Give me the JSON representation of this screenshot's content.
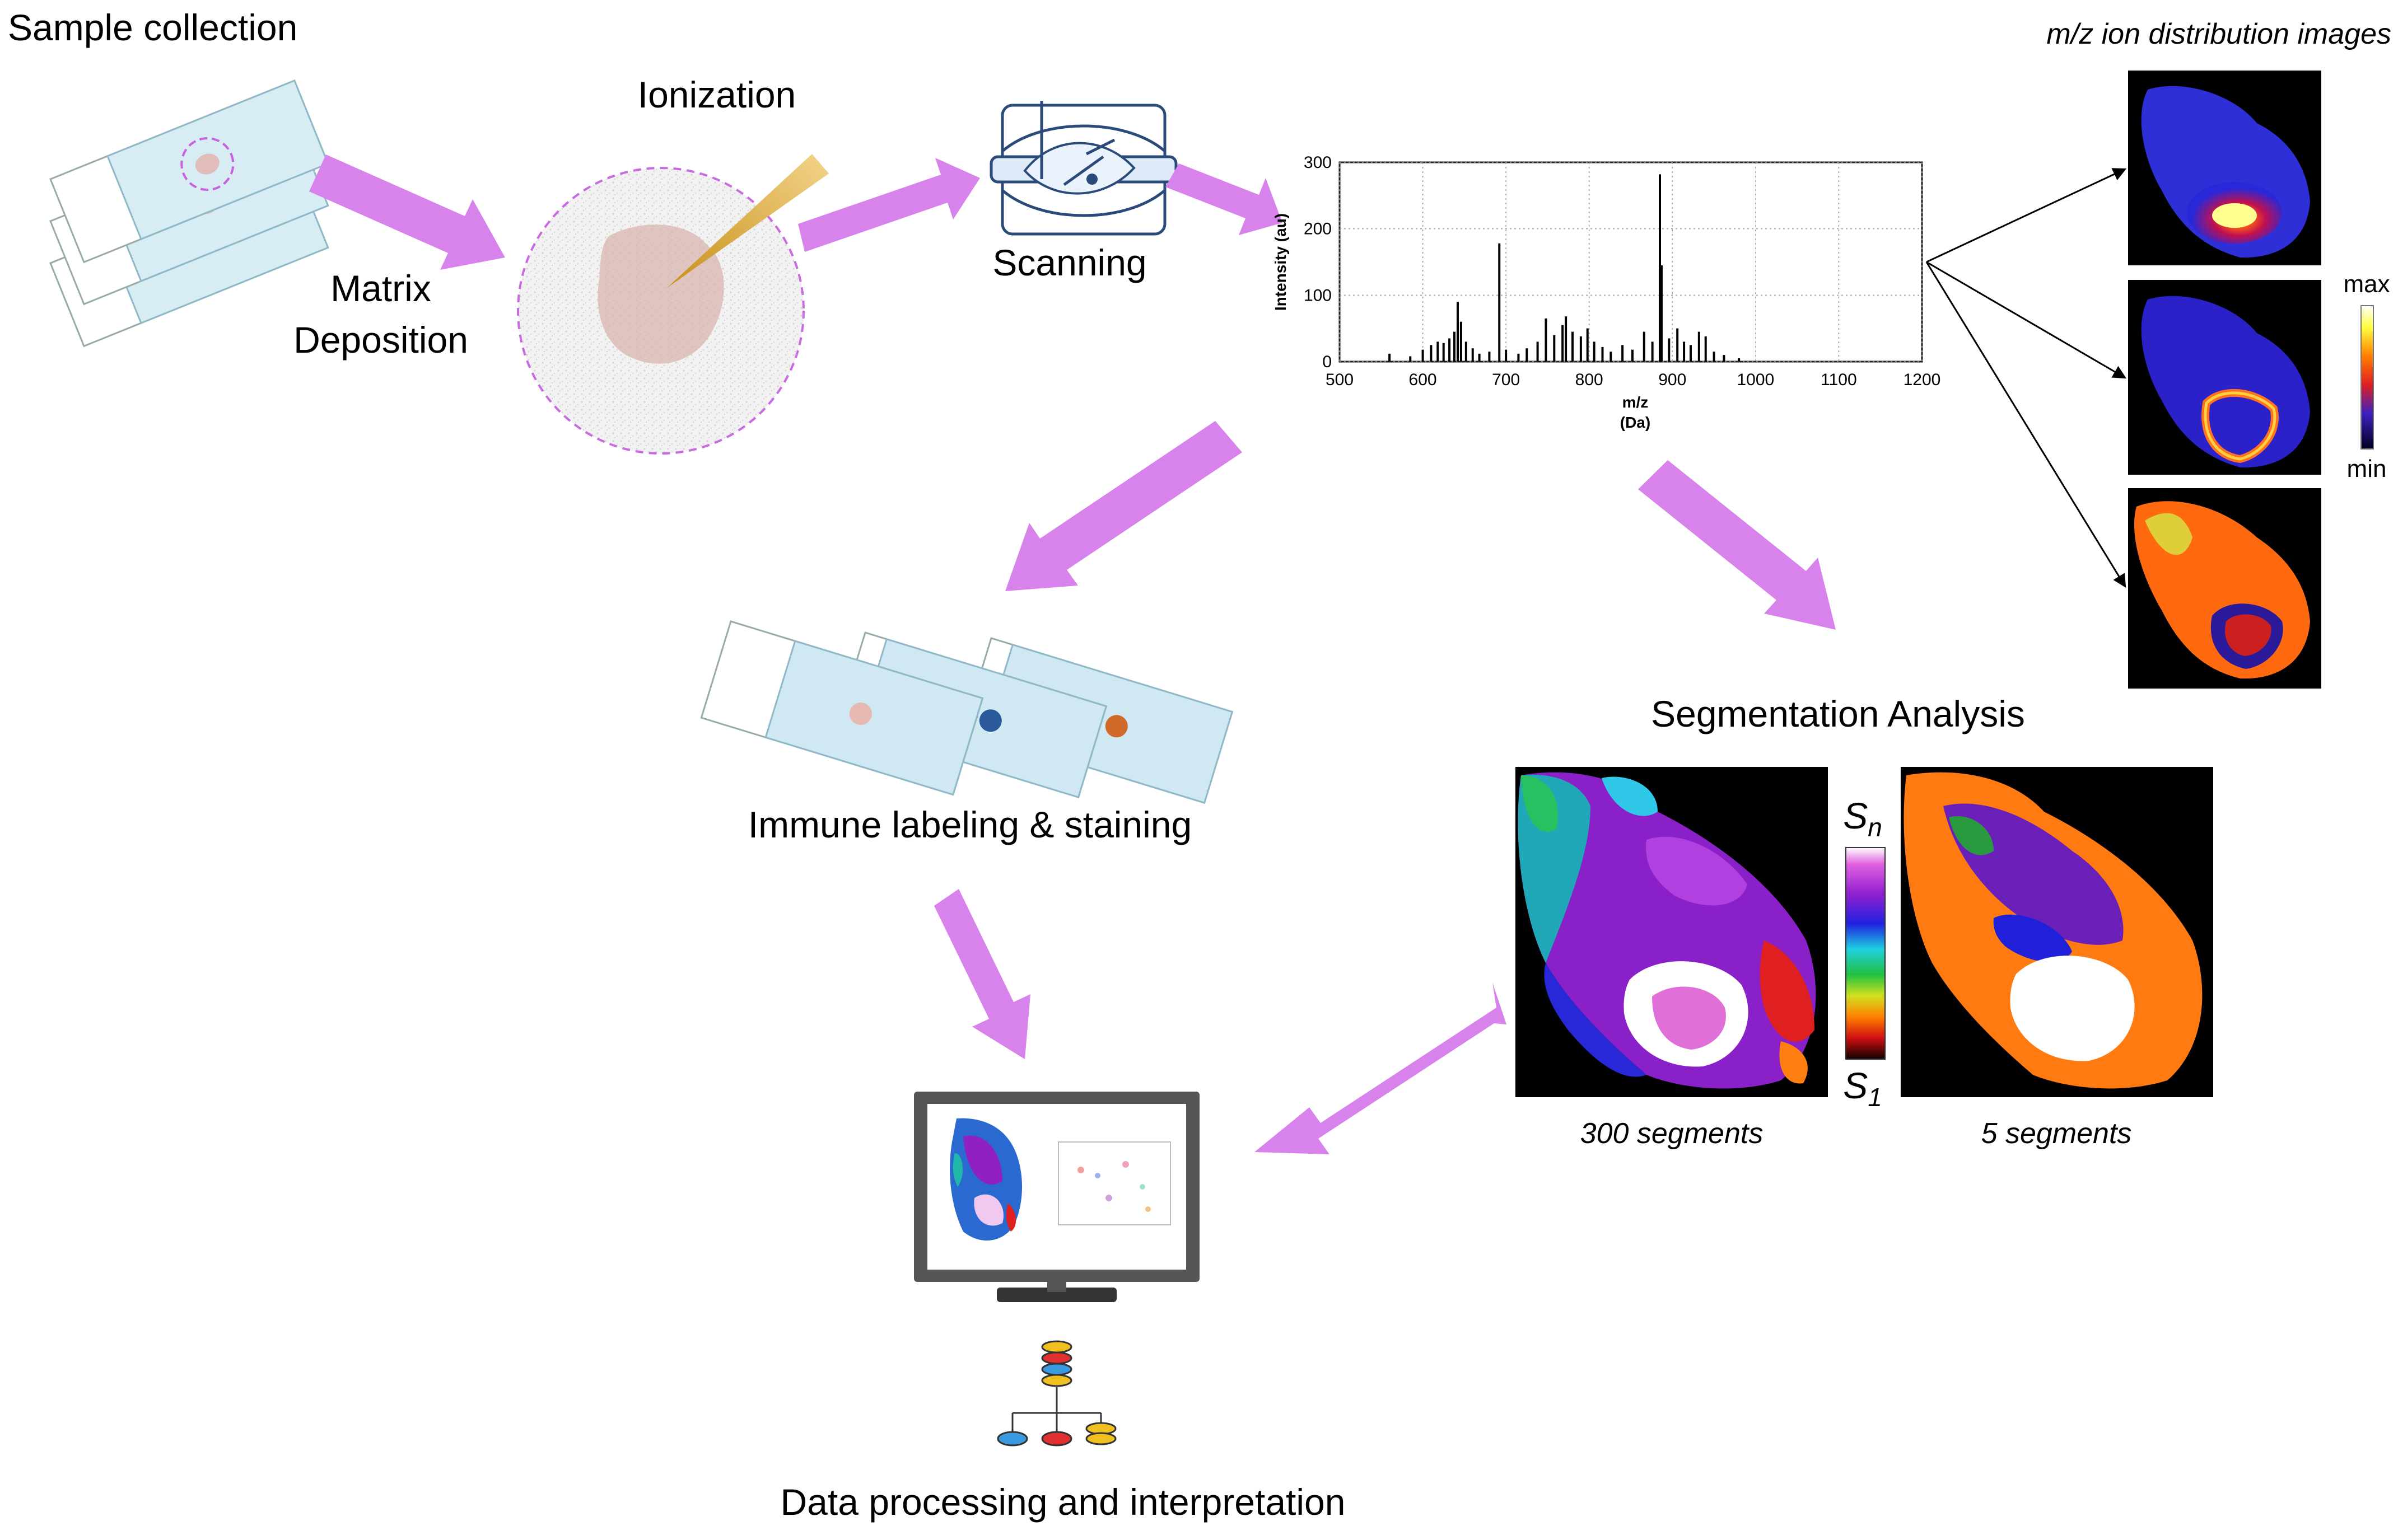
{
  "labels": {
    "sample_collection": "Sample collection",
    "ionization": "Ionization",
    "matrix_deposition_1": "Matrix",
    "matrix_deposition_2": "Deposition",
    "scanning": "Scanning",
    "ion_images_title": "m/z ion  distribution images",
    "colorbar_max": "max",
    "colorbar_min": "min",
    "segmentation_title": "Segmentation Analysis",
    "immune_title": "Immune labeling & staining",
    "segments_300": "300 segments",
    "segments_5": "5 segments",
    "sn_label": "S",
    "sn_sub": "n",
    "s1_label": "S",
    "s1_sub": "1",
    "data_processing": "Data processing and interpretation"
  },
  "colors": {
    "arrow_purple": "#d883ec",
    "slide_blue": "#cfe8f1",
    "slide_edge": "#8fb9c9",
    "tissue_pink": "#e8b9b3",
    "tissue_navy": "#2a5a9a",
    "tissue_orange": "#d06a2a",
    "monitor_frame": "#555555"
  },
  "chart_data": {
    "type": "bar",
    "xlabel": "m/z",
    "xlabel_unit": "(Da)",
    "ylabel": "Intensity (au)",
    "xlim": [
      500,
      1200
    ],
    "ylim": [
      0,
      300
    ],
    "x_ticks": [
      500,
      600,
      700,
      800,
      900,
      1000,
      1100,
      1200
    ],
    "y_ticks": [
      0,
      100,
      200,
      300
    ],
    "peaks": [
      {
        "x": 560,
        "y": 12
      },
      {
        "x": 585,
        "y": 8
      },
      {
        "x": 600,
        "y": 18
      },
      {
        "x": 610,
        "y": 25
      },
      {
        "x": 618,
        "y": 30
      },
      {
        "x": 625,
        "y": 28
      },
      {
        "x": 632,
        "y": 35
      },
      {
        "x": 638,
        "y": 45
      },
      {
        "x": 642,
        "y": 90
      },
      {
        "x": 646,
        "y": 60
      },
      {
        "x": 652,
        "y": 30
      },
      {
        "x": 660,
        "y": 20
      },
      {
        "x": 668,
        "y": 12
      },
      {
        "x": 680,
        "y": 15
      },
      {
        "x": 692,
        "y": 178
      },
      {
        "x": 700,
        "y": 18
      },
      {
        "x": 715,
        "y": 12
      },
      {
        "x": 725,
        "y": 20
      },
      {
        "x": 738,
        "y": 30
      },
      {
        "x": 748,
        "y": 65
      },
      {
        "x": 758,
        "y": 40
      },
      {
        "x": 768,
        "y": 55
      },
      {
        "x": 772,
        "y": 68
      },
      {
        "x": 780,
        "y": 45
      },
      {
        "x": 790,
        "y": 38
      },
      {
        "x": 798,
        "y": 50
      },
      {
        "x": 806,
        "y": 30
      },
      {
        "x": 816,
        "y": 22
      },
      {
        "x": 826,
        "y": 15
      },
      {
        "x": 840,
        "y": 25
      },
      {
        "x": 852,
        "y": 18
      },
      {
        "x": 866,
        "y": 45
      },
      {
        "x": 876,
        "y": 30
      },
      {
        "x": 885,
        "y": 282
      },
      {
        "x": 887,
        "y": 145
      },
      {
        "x": 896,
        "y": 35
      },
      {
        "x": 906,
        "y": 50
      },
      {
        "x": 914,
        "y": 30
      },
      {
        "x": 922,
        "y": 25
      },
      {
        "x": 932,
        "y": 45
      },
      {
        "x": 940,
        "y": 38
      },
      {
        "x": 950,
        "y": 15
      },
      {
        "x": 962,
        "y": 10
      },
      {
        "x": 980,
        "y": 5
      }
    ]
  }
}
